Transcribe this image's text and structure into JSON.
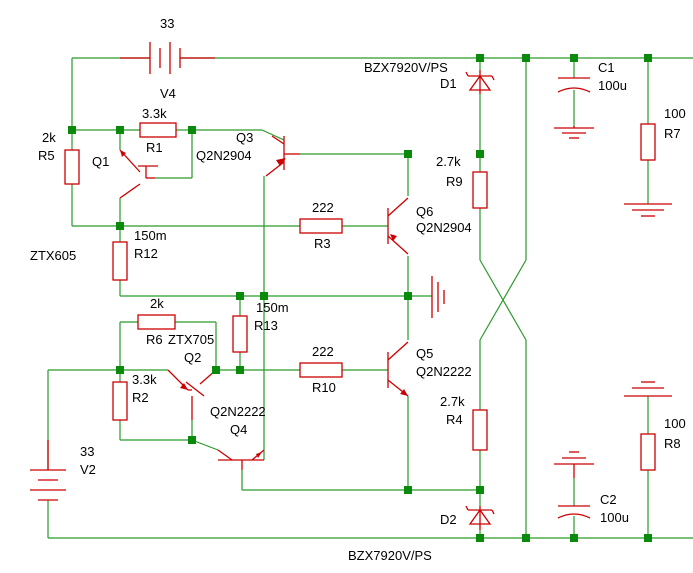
{
  "labels": {
    "v4_value": "33",
    "v4_name": "V4",
    "d1_part": "BZX7920V/PS",
    "d1_name": "D1",
    "c1_name": "C1",
    "c1_value": "100u",
    "r7_value": "100",
    "r7_name": "R7",
    "r5_value": "2k",
    "r5_name": "R5",
    "r1_value": "3.3k",
    "r1_name": "R1",
    "q1_name": "Q1",
    "q3_name": "Q3",
    "q3_part": "Q2N2904",
    "r9_value": "2.7k",
    "r9_name": "R9",
    "r3_value": "222",
    "r3_name": "R3",
    "q6_name": "Q6",
    "q6_part": "Q2N2904",
    "r12_value": "150m",
    "r12_name": "R12",
    "q1_part": "ZTX605",
    "r6_value": "2k",
    "r6_name": "R6",
    "r13_value": "150m",
    "r13_name": "R13",
    "q2_part": "ZTX705",
    "q2_name": "Q2",
    "r10_value": "222",
    "r10_name": "R10",
    "q5_name": "Q5",
    "q5_part": "Q2N2222",
    "r2_value": "3.3k",
    "r2_name": "R2",
    "q4_part": "Q2N2222",
    "q4_name": "Q4",
    "r4_value": "2.7k",
    "r4_name": "R4",
    "r8_value": "100",
    "r8_name": "R8",
    "v2_value": "33",
    "v2_name": "V2",
    "c2_name": "C2",
    "c2_value": "100u",
    "d2_name": "D2",
    "d2_part": "BZX7920V/PS"
  },
  "colors": {
    "wire": "#2a9a2a",
    "component": "#cc0000",
    "node": "#0a8a0a",
    "text": "#000000"
  }
}
